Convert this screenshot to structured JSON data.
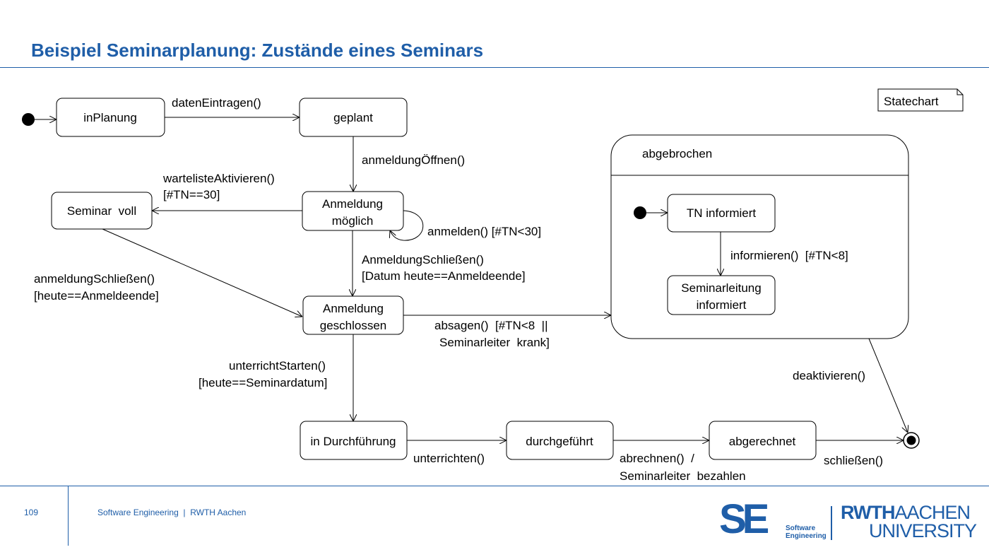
{
  "header": {
    "title": "Beispiel Seminarplanung: Zustände eines Seminars"
  },
  "diagram": {
    "note": "Statechart",
    "states": {
      "in_planung": "inPlanung",
      "geplant": "geplant",
      "anmeldung_moeglich_1": "Anmeldung",
      "anmeldung_moeglich_2": "möglich",
      "seminar_voll": "Seminar  voll",
      "anmeldung_geschlossen_1": "Anmeldung",
      "anmeldung_geschlossen_2": "geschlossen",
      "in_durchfuehrung": "in Durchführung",
      "durchgefuehrt": "durchgeführt",
      "abgerechnet": "abgerechnet",
      "abgebrochen": "abgebrochen",
      "tn_informiert": "TN informiert",
      "seminarleitung_1": "Seminarleitung",
      "seminarleitung_2": "informiert"
    },
    "transitions": {
      "daten_eintragen": "datenEintragen()",
      "anmeldung_oeffnen": "anmeldungÖffnen()",
      "warteliste_1": "wartelisteAktivieren()",
      "warteliste_2": "[#TN==30]",
      "anmelden": "anmelden()  [#TN<30]",
      "anmeldung_schliessen_upper_1": "AnmeldungSchließen()",
      "anmeldung_schliessen_upper_2": "[Datum heute==Anmeldeende]",
      "anmeldung_schliessen_lower_1": "anmeldungSchließen()",
      "anmeldung_schliessen_lower_2": "[heute==Anmeldeende]",
      "absagen_1": "absagen()  [#TN<8  ||",
      "absagen_2": "Seminarleiter  krank]",
      "unterricht_starten_1": "unterrichtStarten()",
      "unterricht_starten_2": "[heute==Seminardatum]",
      "unterrichten": "unterrichten()",
      "abrechnen_1": "abrechnen()  /",
      "abrechnen_2": "Seminarleiter  bezahlen",
      "schliessen": "schließen()",
      "deaktivieren": "deaktivieren()",
      "informieren": "informieren()  [#TN<8]"
    }
  },
  "footer": {
    "page_number": "109",
    "text": "Software Engineering  |  RWTH Aachen",
    "se_logo": "SE",
    "se_logo_sub_1": "Software",
    "se_logo_sub_2": "Engineering",
    "rwth_1a": "RWTH",
    "rwth_1b": "AACHEN",
    "rwth_2": "UNIVERSITY"
  },
  "colors": {
    "accent": "#1f5ea8"
  }
}
